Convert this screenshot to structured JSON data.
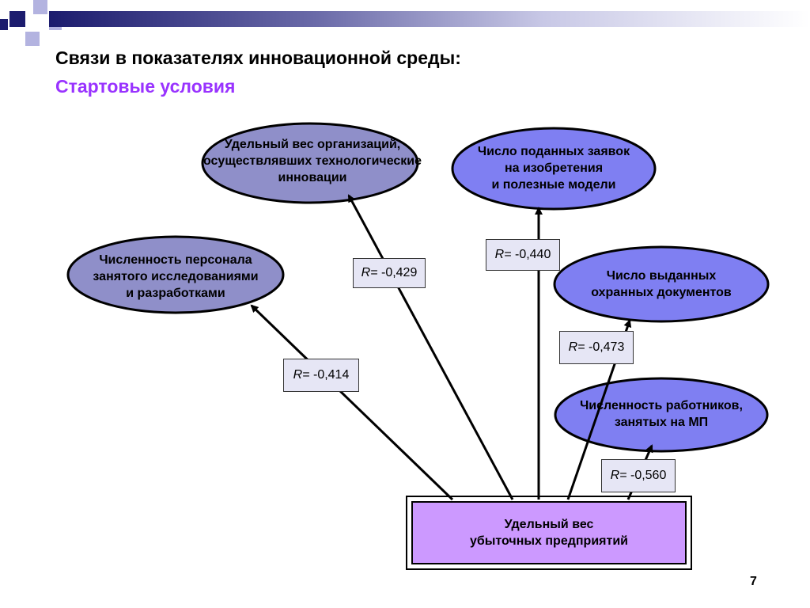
{
  "slide": {
    "title": "Связи в показателях инновационной среды:",
    "subtitle": "Стартовые условия",
    "page_number": "7"
  },
  "colors": {
    "ellipse_fill_dark": "#8f8fc9",
    "ellipse_fill_light": "#7f7ff2",
    "target_box_fill": "#cc99ff",
    "subtitle": "#9933ff",
    "decoration_navy": "#1c1c6e"
  },
  "diagram": {
    "source": {
      "line1": "Удельный вес",
      "line2": "убыточных предприятий"
    },
    "nodes": [
      {
        "id": "org_share",
        "line1": "Удельный вес организаций,",
        "line2": "осуществлявших технологические",
        "line3": "инновации"
      },
      {
        "id": "patent_applications",
        "line1": "Число поданных заявок",
        "line2": "на изобретения",
        "line3": "и полезные модели"
      },
      {
        "id": "rnd_staff",
        "line1": "Численность персонала",
        "line2": "занятого исследованиями",
        "line3": "и разработками"
      },
      {
        "id": "protection_docs",
        "line1": "Число выданных",
        "line2": "охранных документов"
      },
      {
        "id": "sme_workers",
        "line1": "Численность работников,",
        "line2": "занятых на МП"
      }
    ],
    "correlations": [
      {
        "to": "org_share",
        "prefix": "R=",
        "value": "-0,429"
      },
      {
        "to": "patent_applications",
        "prefix": "R=",
        "value": "-0,440"
      },
      {
        "to": "rnd_staff",
        "prefix": "R=",
        "value": "-0,414"
      },
      {
        "to": "protection_docs",
        "prefix": "R=",
        "value": "-0,473"
      },
      {
        "to": "sme_workers",
        "prefix": "R=",
        "value": "-0,560"
      }
    ]
  }
}
